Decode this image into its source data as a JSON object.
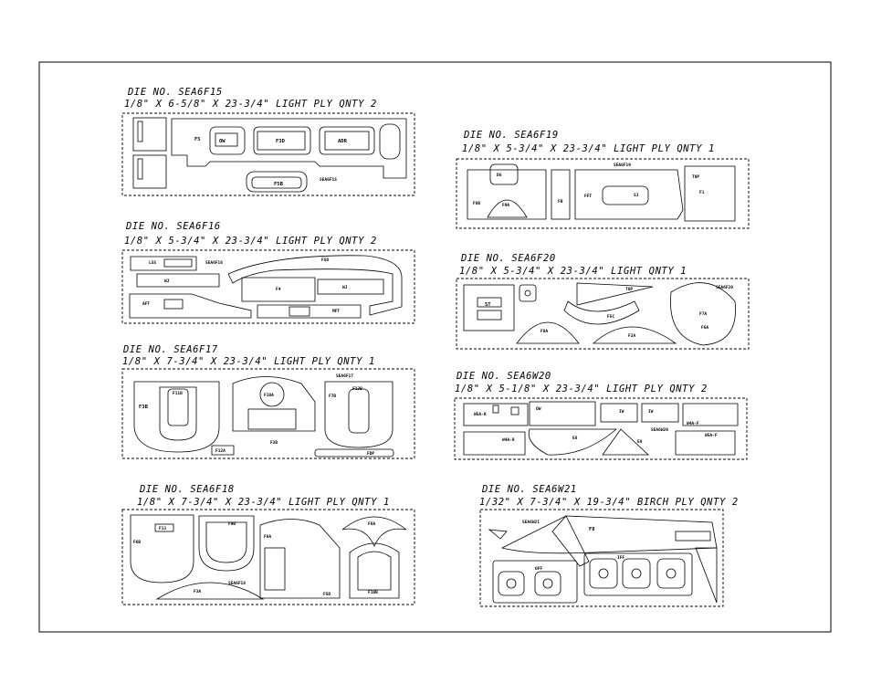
{
  "sheets": [
    {
      "die": "DIE NO. SEA6F15",
      "spec": "1/8\" X 6-5/8\" X  23-3/4\" LIGHT PLY QNTY 2",
      "parts": [
        "F5",
        "OW",
        "F3D",
        "ADR",
        "F5B",
        "SEA6F15"
      ]
    },
    {
      "die": "DIE NO. SEA6F16",
      "spec": "1/8\" X 5-3/4\" X  23-3/4\" LIGHT PLY QNTY 2",
      "parts": [
        "LSS",
        "SEA6F16",
        "F5D",
        "WJ",
        "F4",
        "WJ",
        "AFT",
        "MFT"
      ]
    },
    {
      "die": "DIE NO. SEA6F17",
      "spec": "1/8\" X 7-3/4\" X  23-3/4\" LIGHT PLY QNTY 1",
      "parts": [
        "F3B",
        "F11B",
        "F10A",
        "F2B",
        "F12A",
        "SEA6F17",
        "F12B",
        "F7B",
        "FDP"
      ]
    },
    {
      "die": "DIE NO. SEA6F18",
      "spec": "1/8\" X 7-3/4\" X  23-3/4\" LIGHT PLY QNTY 1",
      "parts": [
        "F6B",
        "F13",
        "F9B",
        "F8A",
        "F6A",
        "F3A",
        "SEA6F18",
        "F5D",
        "F10B"
      ]
    },
    {
      "die": "DIE NO. SEA6F19",
      "spec": "1/8\" X 5-3/4\" X  23-3/4\" LIGHT PLY QNTY 1",
      "parts": [
        "DG",
        "F6B",
        "F9A",
        "FB",
        "SEA6F19",
        "FFT",
        "SJ",
        "TOP",
        "F1"
      ]
    },
    {
      "die": "DIE NO. SEA6F20",
      "spec": "1/8\" X 5-3/4\" X  23-3/4\" LIGHT QNTY 1",
      "parts": [
        "ST",
        "TOP",
        "F5C",
        "F8A",
        "F2A",
        "SEA6F20",
        "F7A",
        "F6A"
      ]
    },
    {
      "die": "DIE NO. SEA6W20",
      "spec": "1/8\" X 5-1/8\" X  23-3/4\" LIGHT PLY QNTY 2",
      "parts": [
        "W5A-R",
        "OW",
        "IW",
        "IW",
        "SEA6W20",
        "W4A-F",
        "W4A-R",
        "E8",
        "E8",
        "W5A-F"
      ]
    },
    {
      "die": "DIE NO. SEA6W21",
      "spec": "1/32\" X 7-3/4\" X  19-3/4\" BIRCH PLY QNTY 2",
      "parts": [
        "SEA6W21",
        "F8",
        "OFF",
        "IFF"
      ]
    }
  ]
}
